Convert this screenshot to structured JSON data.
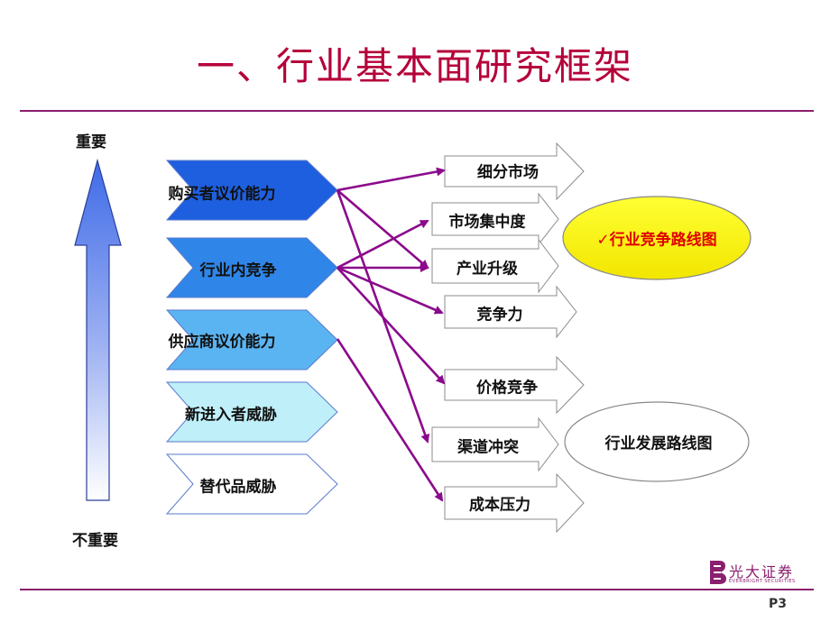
{
  "title": "一、行业基本面研究框架",
  "axis": {
    "top_label": "重要",
    "bottom_label": "不重要"
  },
  "forces": [
    {
      "label": "购买者议价能力",
      "color": "#1E5FE0"
    },
    {
      "label": "行业内竞争",
      "color": "#2F86E8"
    },
    {
      "label": "供应商议价能力",
      "color": "#5BB4F2"
    },
    {
      "label": "新进入者威胁",
      "color": "#BFEFF8"
    },
    {
      "label": "替代品威胁",
      "color": "#FFFFFF"
    }
  ],
  "factors": [
    {
      "label": "细分市场"
    },
    {
      "label": "市场集中度"
    },
    {
      "label": "产业升级"
    },
    {
      "label": "竞争力"
    },
    {
      "label": "价格竞争"
    },
    {
      "label": "渠道冲突"
    },
    {
      "label": "成本压力"
    }
  ],
  "outcomes": [
    {
      "label": "✓行业竞争路线图",
      "fill": "#FFFF00"
    },
    {
      "label": "行业发展路线图",
      "fill": "#FFFFFF"
    }
  ],
  "colors": {
    "accent": "#8B1E6E",
    "title": "#B5003A",
    "connector": "#8B0A8C",
    "highlight_text": "#E00000"
  },
  "logo": {
    "name": "光大证券",
    "sub": "EVERBRIGHT SECURITIES"
  },
  "page": "P3"
}
